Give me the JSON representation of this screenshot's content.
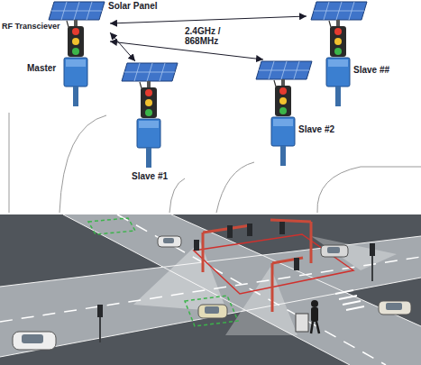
{
  "diagram": {
    "nodes": [
      {
        "text": [
          "Master"
        ]
      },
      {
        "text": [
          "Slave #1"
        ]
      },
      {
        "text": [
          "Slave #2"
        ]
      },
      {
        "text": [
          "Slave ##"
        ]
      }
    ],
    "edges": [
      {
        "from": 0,
        "to": 3,
        "arrow": "both"
      },
      {
        "from": 0,
        "to": 1,
        "arrow": "both"
      },
      {
        "from": 0,
        "to": 2,
        "arrow": "both"
      }
    ],
    "labels": [
      "Solar Panel",
      "RF Transciever",
      "2.4GHz / 868MHz"
    ]
  }
}
